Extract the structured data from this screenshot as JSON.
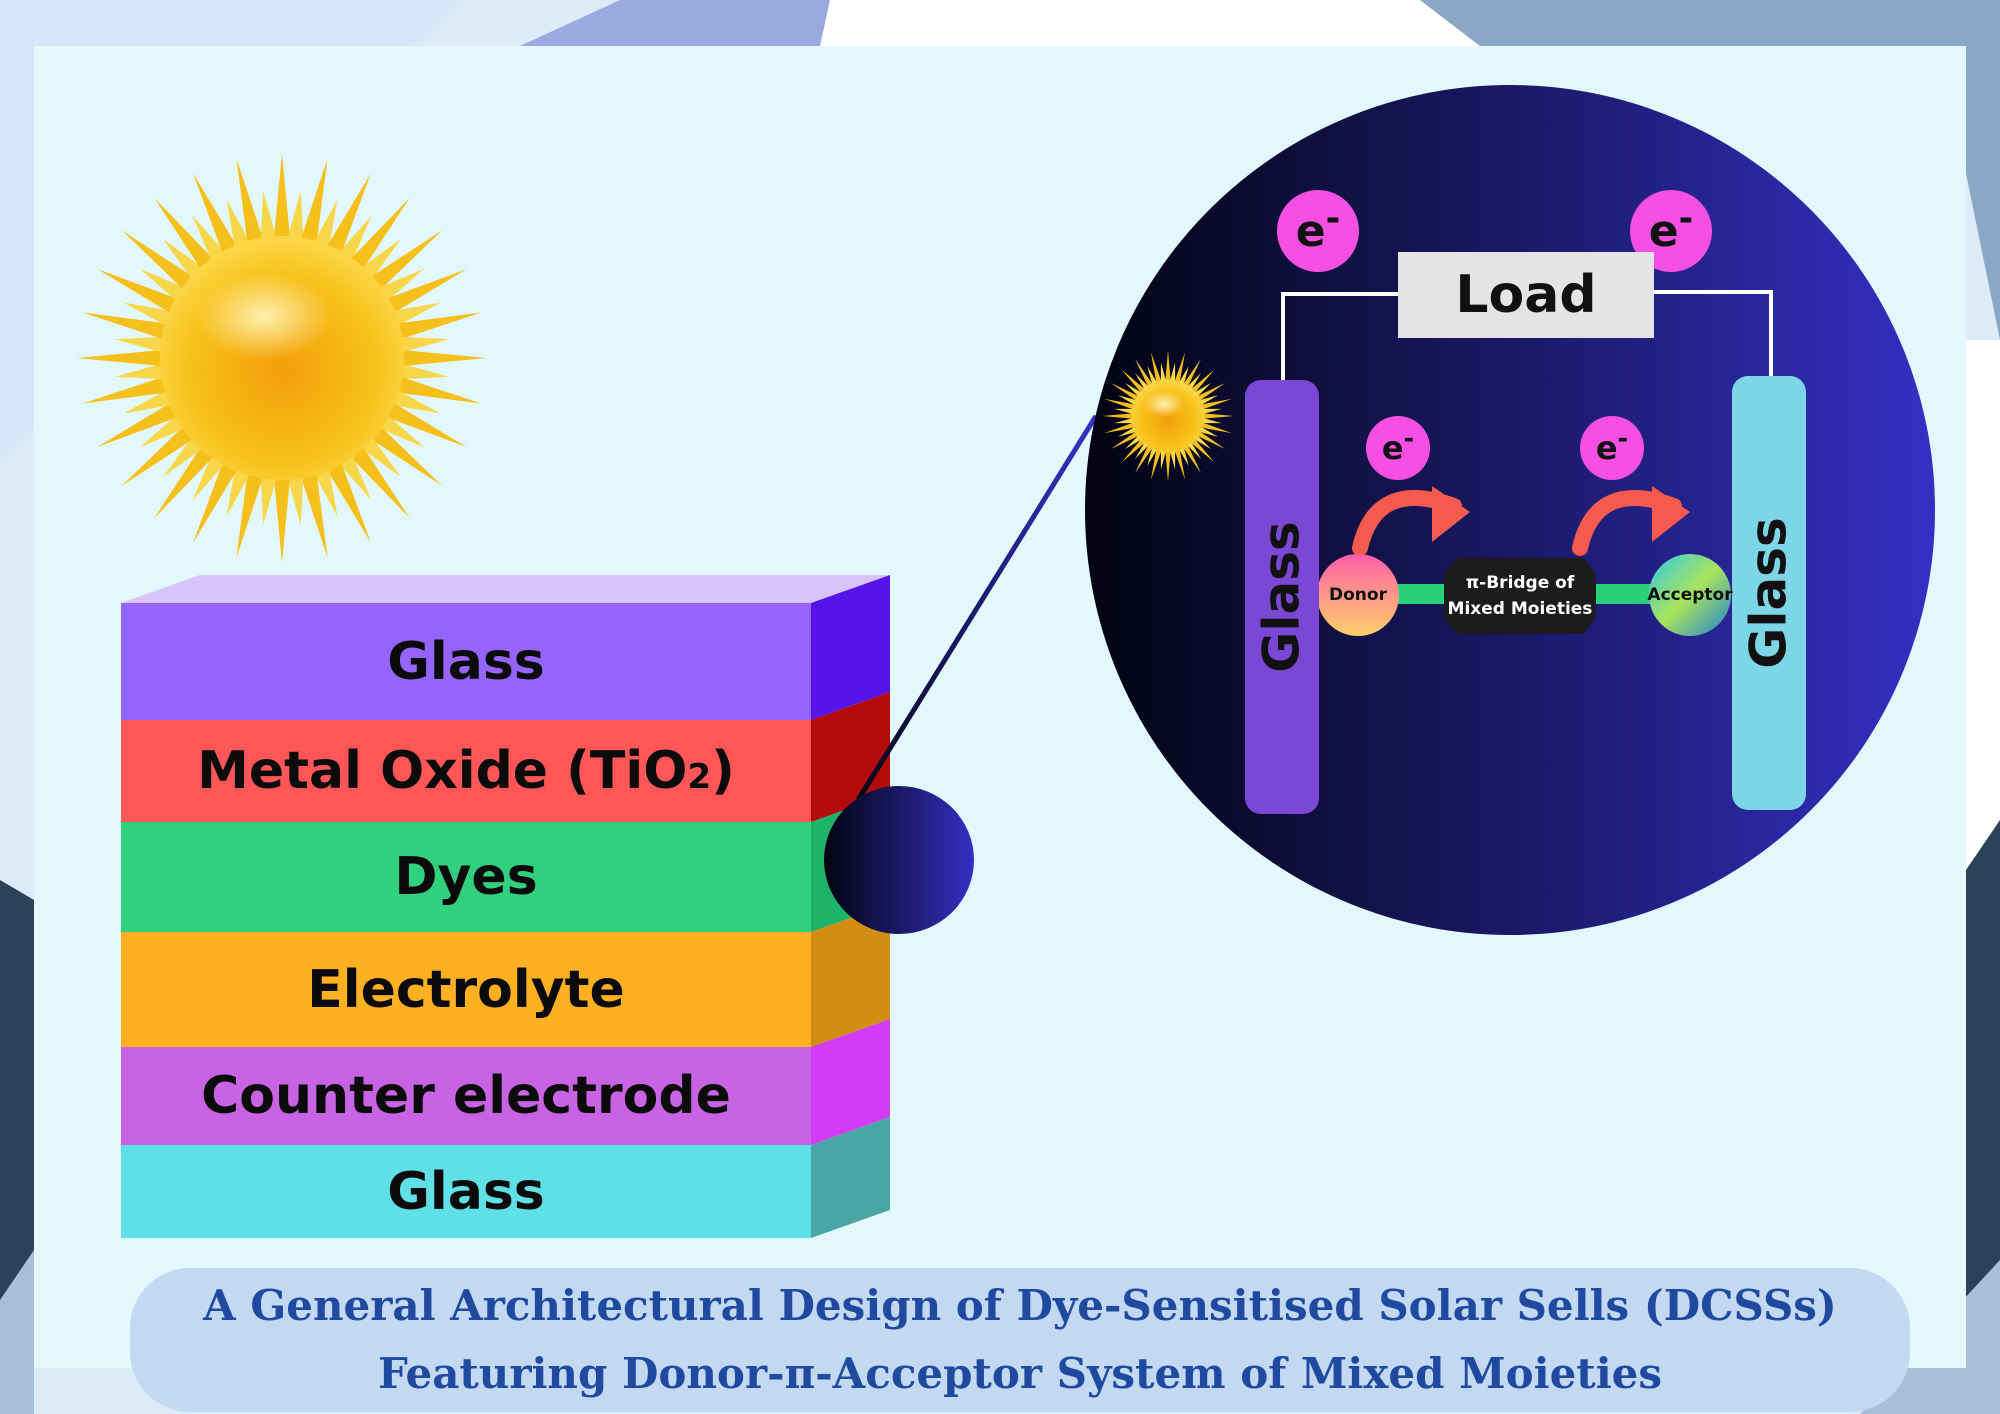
{
  "layers": [
    {
      "label": "Glass",
      "front": "#9464fb",
      "side": "#5714e8"
    },
    {
      "label": "Metal Oxide (TiO",
      "sub": "2",
      "tail": ")",
      "front": "#ff5757",
      "side": "#b30b0b"
    },
    {
      "label": "Dyes",
      "front": "#30d07f",
      "side": "#1fb36a"
    },
    {
      "label": "Electrolyte",
      "front": "#fdb022",
      "side": "#d18e12"
    },
    {
      "label": "Counter electrode",
      "front": "#c863e3",
      "side": "#d33cf6"
    },
    {
      "label": "Glass",
      "front": "#5ee0e6",
      "side": "#4aa5a5"
    }
  ],
  "circuit": {
    "load_label": "Load",
    "electron_symbol": "e",
    "electron_charge": "-",
    "left_glass_label": "Glass",
    "right_glass_label": "Glass",
    "donor_label": "Donor",
    "acceptor_label": "Acceptor",
    "bridge_line1": "π-Bridge of",
    "bridge_line2": "Mixed Moieties"
  },
  "caption": {
    "line1": "A General Architectural Design of Dye-Sensitised Solar Sells (DCSSs)",
    "line2": "Featuring Donor-π-Acceptor System of Mixed Moieties"
  },
  "colors": {
    "zoom_circle_start": "#030311",
    "zoom_circle_end": "#3430c5",
    "electron": "#f64fe3",
    "arrow": "#f55a4e",
    "left_glass": "#7a48d4",
    "right_glass": "#7dd6e6",
    "caption_text": "#1f4aa0"
  },
  "icons": [
    "sun-icon",
    "small-sun-icon",
    "curved-arrow-icon"
  ]
}
